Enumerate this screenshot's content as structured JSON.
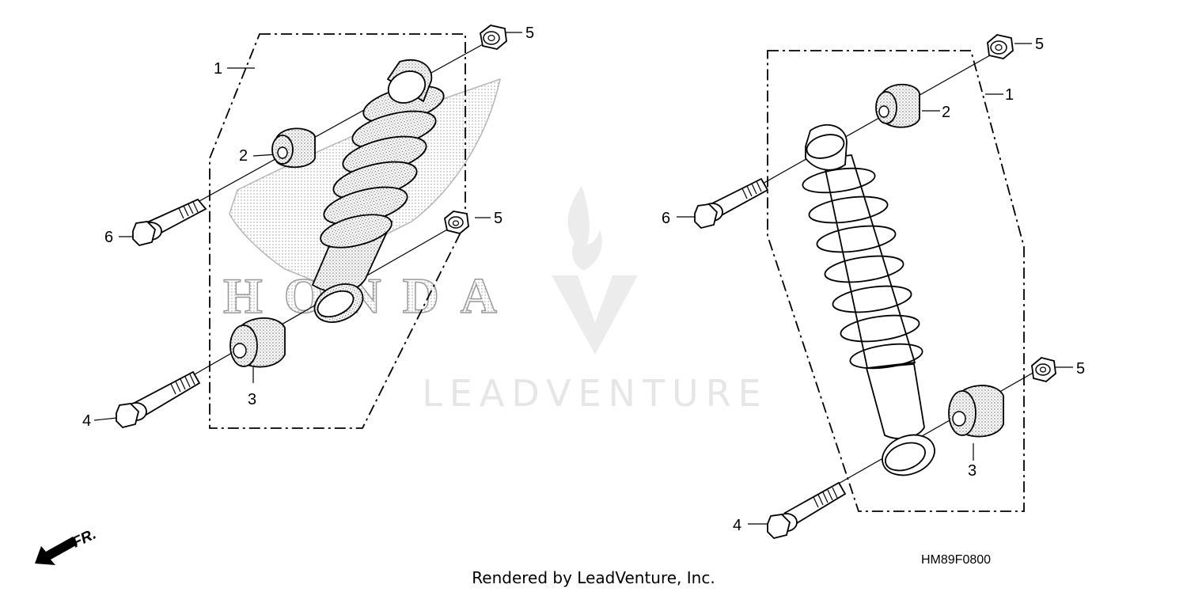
{
  "background_brand": {
    "text": "HONDA",
    "color": "#9a9a9a"
  },
  "watermark": {
    "text": "LEADVENTURE",
    "color": "#e6e6e6"
  },
  "callouts": {
    "left": {
      "c1": "1",
      "c2": "2",
      "c3": "3",
      "c4": "4",
      "c5_top": "5",
      "c5_mid": "5",
      "c6": "6"
    },
    "right": {
      "c1": "1",
      "c2": "2",
      "c3": "3",
      "c4": "4",
      "c5_top": "5",
      "c5_bottom": "5",
      "c6": "6"
    }
  },
  "direction_label": "FR.",
  "diagram_code": "HM89F0800",
  "credit": "Rendered by LeadVenture, Inc."
}
